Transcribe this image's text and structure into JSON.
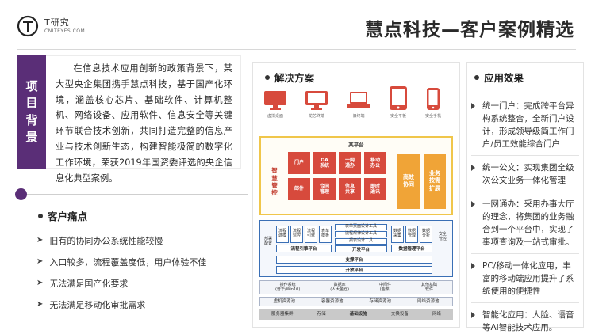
{
  "header": {
    "logo_cn": "T研究",
    "logo_en": "CNITEYES.COM",
    "title": "慧点科技—客户案例精选"
  },
  "background": {
    "label_chars": [
      "项",
      "目",
      "背",
      "景"
    ],
    "text": "在信息技术应用创新的政策背景下，某大型央企集团携手慧点科技，基于国产化环境，涵盖核心芯片、基础软件、计算机整机、网络设备、应用软件、信息安全等关键环节联合技术创新，共同打造完整的信息产业与技术创新生态，构建智能极简的数字化工作环境，荣获2019年国资委评选的央企信息化典型案例。"
  },
  "pain_points": {
    "title": "客户痛点",
    "items": [
      "旧有的协同办公系统性能较慢",
      "入口较多，流程覆盖度低，用户体验不佳",
      "无法满足国产化要求",
      "无法满足移动化审批需求"
    ]
  },
  "solution": {
    "title": "解决方案",
    "devices": [
      "虚拟桌面",
      "龙芯终端",
      "旧终端",
      "安全平板",
      "安全手机"
    ],
    "platform": {
      "title": "某平台",
      "smart_chars": [
        "智",
        "慧",
        "管",
        "控"
      ],
      "red_cells": [
        [
          "门户",
          "OA\n系统",
          "一网\n通办",
          "移动\n办公"
        ],
        [
          "邮件",
          "合同\n管理",
          "信息\n共享",
          "即时\n通讯"
        ]
      ],
      "orange_cells": [
        "高效\n协同",
        "业务\n按需\n扩展"
      ]
    },
    "middle": {
      "left_label": "部署\n配置",
      "engine_cells": [
        "流程\n建模",
        "流程\n监控",
        "流程\n引擎",
        "表单\n模板"
      ],
      "engine_bar": "流程引擎平台",
      "dev_lines": [
        "表单页面设计工具",
        "流程规律设计工具",
        "报表设计工具"
      ],
      "dev_bar": "开发平台",
      "data_cells": [
        "数据\n采集",
        "数据\n管理",
        "数据\n分析"
      ],
      "data_bar": "数据管理平台",
      "right_label": "安全\n管控",
      "support_bar": "支撑平台",
      "open_bar": "开放平台"
    },
    "software_row": [
      "操作系统\n(普华/Win10)",
      "数据库\n(人大金仓)",
      "中间件\n(金蝶)",
      "其他基础\n软件"
    ],
    "resource_row": [
      "虚机资源池",
      "容器资源池",
      "存储资源池",
      "网络资源池"
    ],
    "infra_row": [
      "服务器集群",
      "存储",
      "基础设施",
      "交换设备",
      "网络"
    ]
  },
  "effects": {
    "title": "应用效果",
    "items": [
      "统一门户：完成跨平台异构系统整合，全新门户设计，形成领导级简工作门户/员工效能综合门户",
      "统一公文：实现集团全级次公文业务一体化管理",
      "一网通办：采用办事大厅的理念，将集团的业务融合到一个平台中，实现了事项查询及一站式审批。",
      "PC/移动一体化应用，丰富的移动端应用提升了系统使用的便捷性",
      "智能化应用：人脸、语音等AI智能技术应用。"
    ]
  },
  "colors": {
    "accent_purple": "#5a2e77",
    "device_red": "#d74a3c",
    "platform_orange": "#f0a437",
    "platform_border": "#f0c64a",
    "tech_blue": "#3a6fb5"
  }
}
